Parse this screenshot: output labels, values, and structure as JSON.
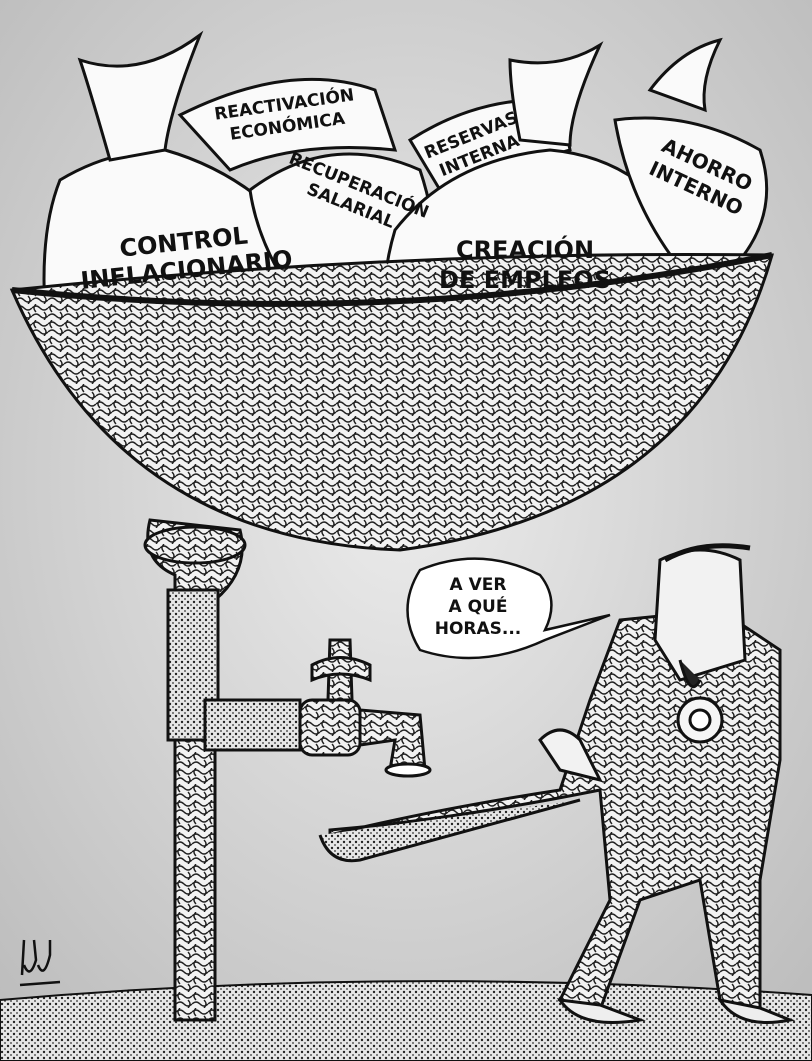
{
  "cartoon": {
    "bags": [
      {
        "line1": "CONTROL",
        "line2": "INFLACIONARIO"
      },
      {
        "line1": "REACTIVACIÓN",
        "line2": "ECONÓMICA"
      },
      {
        "line1": "RECUPERACIÓN",
        "line2": "SALARIAL"
      },
      {
        "line1": "RESERVAS",
        "line2": "INTERNA"
      },
      {
        "line1": "CREACIÓN",
        "line2": "DE EMPLEOS"
      },
      {
        "line1": "AHORRO",
        "line2": "INTERNO"
      }
    ],
    "speech": {
      "line1": "A VER",
      "line2": "A QUÉ",
      "line3": "HORAS..."
    },
    "signature": "Luy"
  }
}
